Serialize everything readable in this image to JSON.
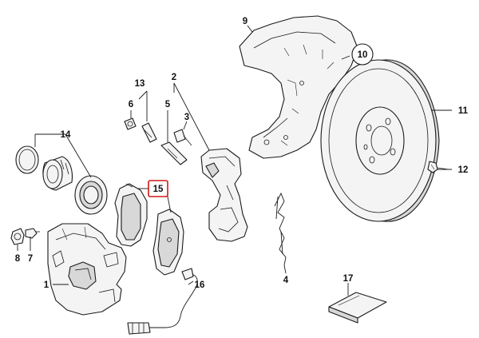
{
  "diagram": {
    "callouts": {
      "c1": "1",
      "c2": "2",
      "c3": "3",
      "c4": "4",
      "c5": "5",
      "c6": "6",
      "c7": "7",
      "c8": "8",
      "c9": "9",
      "c10": "10",
      "c11": "11",
      "c12": "12",
      "c13": "13",
      "c14": "14",
      "c15": "15",
      "c16": "16",
      "c17": "17"
    },
    "highlighted_part": "15",
    "circled_part": "10",
    "highlight_color": "#d01818"
  }
}
